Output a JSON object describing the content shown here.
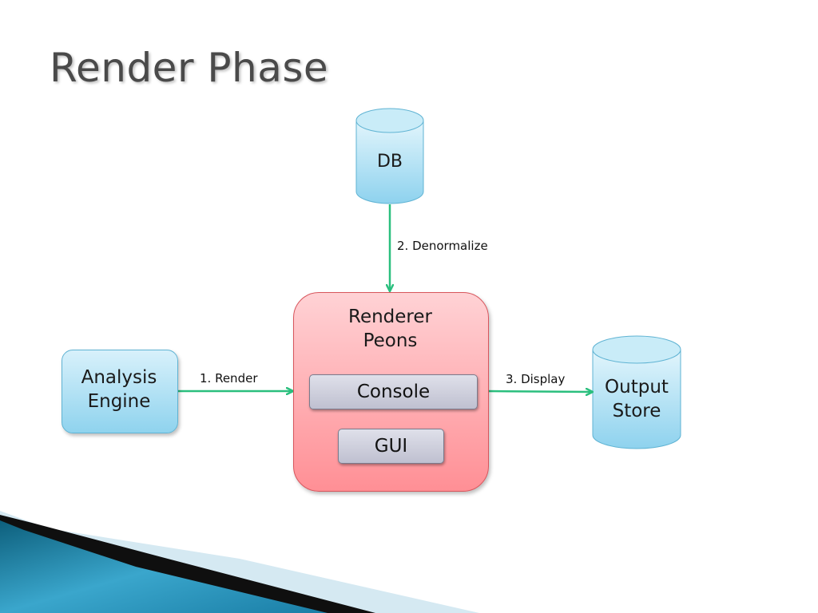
{
  "slide": {
    "title": "Render Phase"
  },
  "nodes": {
    "db": "DB",
    "analysis_engine": [
      "Analysis",
      "Engine"
    ],
    "renderer": [
      "Renderer",
      "Peons"
    ],
    "console": "Console",
    "gui": "GUI",
    "output_store": [
      "Output",
      "Store"
    ]
  },
  "edges": {
    "render": "1. Render",
    "denormalize": "2. Denormalize",
    "display": "3. Display"
  },
  "colors": {
    "arrow": "#2bbf7e",
    "cylinder_fill": "#a9dcf0",
    "renderer_fill": "#ff9ea3",
    "title": "#4a4a4a"
  }
}
